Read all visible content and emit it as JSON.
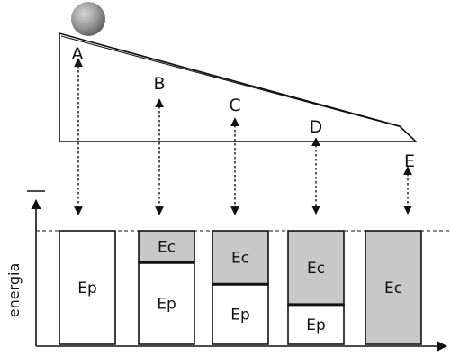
{
  "points": [
    {
      "label": "A"
    },
    {
      "label": "B"
    },
    {
      "label": "C"
    },
    {
      "label": "D"
    },
    {
      "label": "E"
    }
  ],
  "y_axis_label": "energia",
  "bars": [
    {
      "point": "A",
      "ep_label": "Ep",
      "ec_label": "",
      "ec_fraction": 0.0
    },
    {
      "point": "B",
      "ep_label": "Ep",
      "ec_label": "Ec",
      "ec_fraction": 0.28
    },
    {
      "point": "C",
      "ep_label": "Ep",
      "ec_label": "Ec",
      "ec_fraction": 0.47
    },
    {
      "point": "D",
      "ep_label": "Ep",
      "ec_label": "Ec",
      "ec_fraction": 0.65
    },
    {
      "point": "E",
      "ep_label": "",
      "ec_label": "Ec",
      "ec_fraction": 1.0
    }
  ],
  "colors": {
    "ec_fill": "#c8c8c8",
    "ep_fill": "#ffffff",
    "stroke": "#111111",
    "ball": "#9a9a9a"
  }
}
